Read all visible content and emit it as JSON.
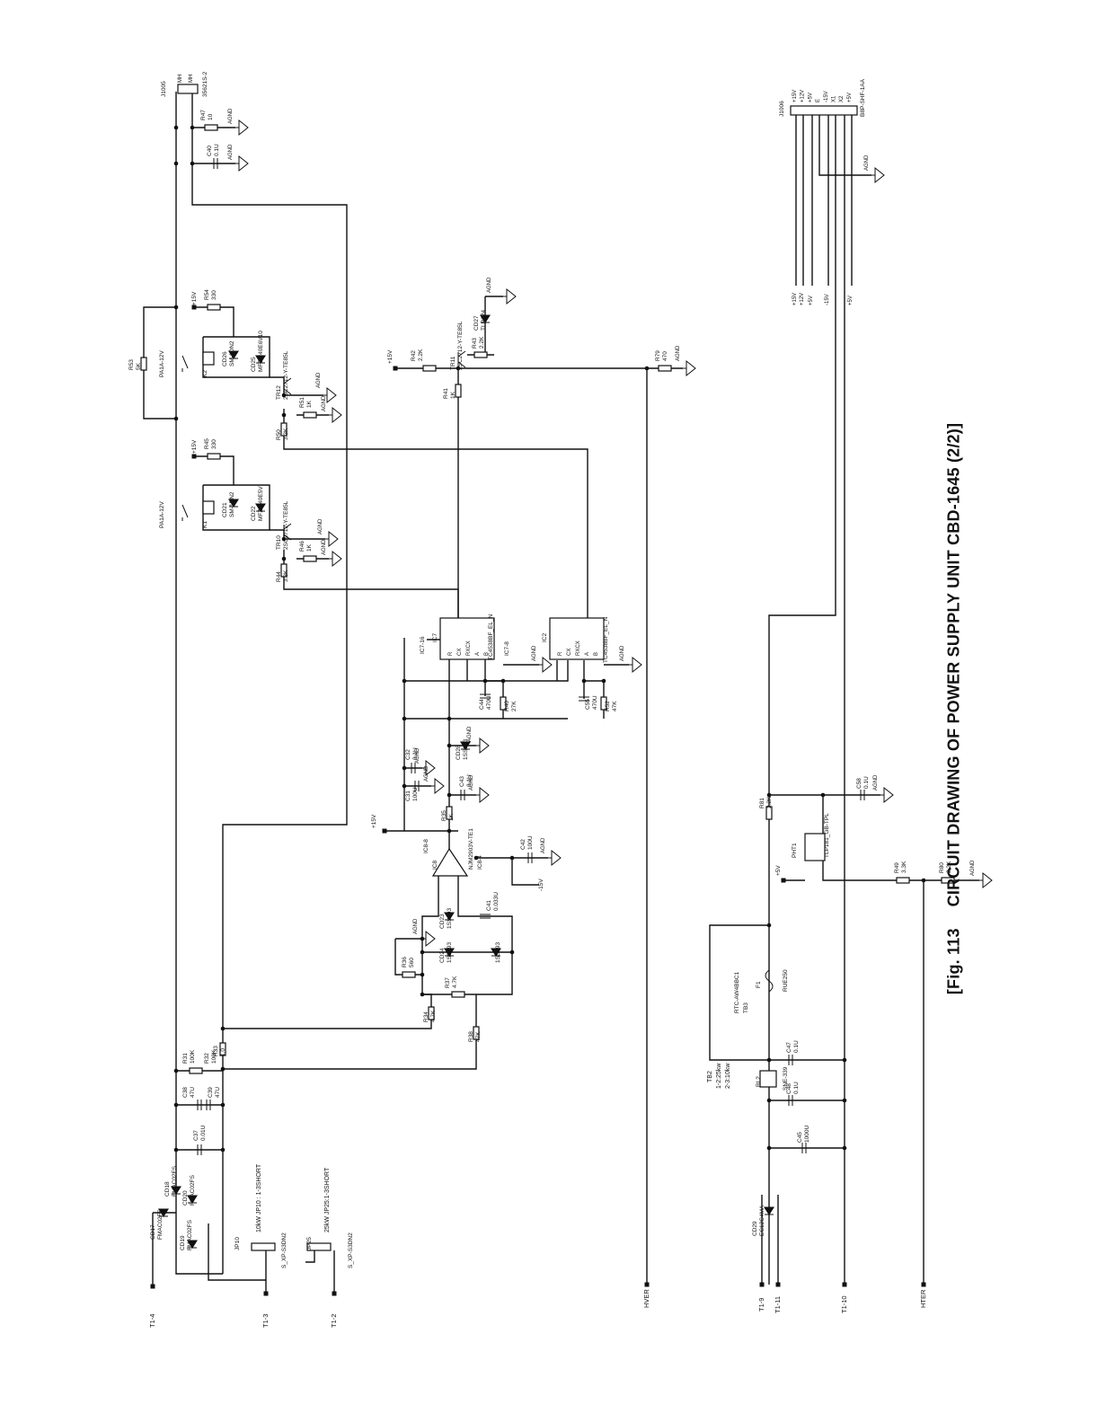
{
  "caption": {
    "fig": "[Fig. 113",
    "title": "CIRCUIT DRAWING OF POWER SUPPLY UNIT CBD-1645 (2/2)]"
  },
  "terminals": {
    "t1_4": "T1-4",
    "t1_3": "T1-3",
    "t1_2": "T1-2",
    "hver": "HVER",
    "t1_9": "T1-9",
    "t1_11": "T1-11",
    "t1_10": "T1-10",
    "hter": "HTER"
  },
  "connectors": {
    "j1005": {
      "ref": "J1005",
      "part": "35621S-2",
      "pins": [
        "MH",
        "MH"
      ]
    },
    "j1006": {
      "ref": "J1006",
      "part": "B8P-SHF-1AA",
      "pins": [
        "+15V",
        "+12V",
        "+5V",
        "E",
        "-15V",
        "X1",
        "X2",
        "+5V"
      ]
    },
    "rail_labels": [
      "+15V",
      "+12V",
      "+5V",
      "-15V",
      "+5V"
    ]
  },
  "jumpers": {
    "jp10": {
      "ref": "JP10",
      "part": "S_XP-S3DN2",
      "note": "10kW  JP10 : 1-3SHORT"
    },
    "jp25": {
      "ref": "JP25",
      "part": "S_XP-S3DN2",
      "note": "25kW  JP25:1-3SHORT"
    }
  },
  "relays": {
    "k1": {
      "contact": "PA1A-12V",
      "ref": "K1"
    },
    "k2": {
      "contact": "PA1A-12V",
      "ref": "K2"
    },
    "rl2": {
      "ref": "RL2",
      "part": "SNE-339",
      "tb": "TB2",
      "notes": [
        "1-2:25kw",
        "2-3:10kw"
      ]
    }
  },
  "ics": {
    "ic7": {
      "ref": "IC7",
      "part": "TC4538BF_EL_N",
      "sub": "IC7-16",
      "sub2": "IC7-8",
      "pins": [
        "R",
        "CX",
        "RXCX",
        "A",
        "B"
      ]
    },
    "ic2": {
      "ref": "IC2",
      "part": "TC4538BF_EL_N",
      "pins": [
        "R",
        "CX",
        "RXCX",
        "A",
        "B"
      ]
    },
    "ic8": {
      "ref": "IC8",
      "part": "NJM2903V-TE1",
      "sub": "IC8-8",
      "sub2": "IC8-4"
    },
    "pht1": {
      "ref": "PHT1",
      "part": "TLP181_GB-TPL"
    }
  },
  "transistors": {
    "tr10": {
      "ref": "TR10",
      "part": "2SC2712-Y-TE85L"
    },
    "tr11": {
      "ref": "TR11",
      "part": "2SC2712-Y-TE85L"
    },
    "tr12": {
      "ref": "TR12",
      "part": "2SC2712-Y-TE85L"
    }
  },
  "diodes": {
    "cd17": {
      "ref": "CD17",
      "part": "FMAC02FS"
    },
    "cd18": {
      "ref": "CD18",
      "part": "FMAC02FS"
    },
    "cd19": {
      "ref": "CD19",
      "part": "FMAC02FS"
    },
    "cd20": {
      "ref": "CD20",
      "part": "FMAC02FS"
    },
    "cd21": {
      "ref": "CD21",
      "part": "SM-1DN2"
    },
    "cd22": {
      "ref": "CD22",
      "part": "MFZ-240E5V"
    },
    "cd25": {
      "ref": "CD25",
      "part": "MFZ-240E6V10"
    },
    "cd26": {
      "ref": "CD26",
      "part": "SM-1DN2"
    },
    "cd27": {
      "ref": "CD27",
      "part": "TLR124"
    },
    "cd23": {
      "ref": "CD23",
      "part": "1SS193"
    },
    "cd24": {
      "ref": "CD24",
      "part": "1SS193"
    },
    "cd28": {
      "ref": "CD28",
      "part": "1SS193"
    },
    "cd29": {
      "ref": "CD29",
      "part": "EC12C4MA"
    },
    "ss": {
      "ref": "1SS193"
    }
  },
  "resistors": {
    "r47": {
      "ref": "R47",
      "val": "10"
    },
    "r53": {
      "ref": "R53",
      "val": "5K"
    },
    "r54": {
      "ref": "R54",
      "val": "330"
    },
    "r45": {
      "ref": "R45",
      "val": "330"
    },
    "r51": {
      "ref": "R51",
      "val": "1K"
    },
    "r50": {
      "ref": "R50",
      "val": "3.3K"
    },
    "r46": {
      "ref": "R46",
      "val": "1K"
    },
    "r44": {
      "ref": "R44",
      "val": "3.3K"
    },
    "r42": {
      "ref": "R42",
      "val": "2.2K"
    },
    "r43": {
      "ref": "R43",
      "val": "2.2K"
    },
    "r41": {
      "ref": "R41",
      "val": "1K"
    },
    "r79": {
      "ref": "R79",
      "val": "470"
    },
    "r40": {
      "ref": "R40",
      "val": "27K"
    },
    "r52": {
      "ref": "R52",
      "val": "47K"
    },
    "r35": {
      "ref": "R35",
      "val": "1K"
    },
    "r36": {
      "ref": "R36",
      "val": "560"
    },
    "r37": {
      "ref": "R37",
      "val": "4.7K"
    },
    "r34": {
      "ref": "R34",
      "val": "4.7K"
    },
    "r38": {
      "ref": "R38",
      "val": "47K"
    },
    "r31": {
      "ref": "R31",
      "val": "100K"
    },
    "r32": {
      "ref": "R32",
      "val": "100K"
    },
    "r33": {
      "ref": "R33",
      "val": "1.0"
    },
    "r81": {
      "ref": "R81",
      "val": "2.2K"
    },
    "r49": {
      "ref": "R49",
      "val": "3.3K"
    },
    "r80": {
      "ref": "R80",
      "val": "2.2K"
    }
  },
  "capacitors": {
    "c40": {
      "ref": "C40",
      "val": "0.1U"
    },
    "c44": {
      "ref": "C44",
      "val": "470U"
    },
    "c55": {
      "ref": "C55",
      "val": "470U"
    },
    "c32": {
      "ref": "C32",
      "val": "0.1U"
    },
    "c31": {
      "ref": "C31",
      "val": "100U"
    },
    "c43": {
      "ref": "C43",
      "val": "0.1U"
    },
    "c42": {
      "ref": "C42",
      "val": "100U"
    },
    "c41": {
      "ref": "C41",
      "val": "0.033U"
    },
    "c38": {
      "ref": "C38",
      "val": "47U"
    },
    "c39": {
      "ref": "C39",
      "val": "47U"
    },
    "c37": {
      "ref": "C37",
      "val": "0.01U"
    },
    "c58": {
      "ref": "C58",
      "val": "0.1U"
    },
    "c47": {
      "ref": "C47",
      "val": "0.1U"
    },
    "c48": {
      "ref": "C48",
      "val": "0.1U"
    },
    "c45": {
      "ref": "C45",
      "val": "1000U"
    }
  },
  "fuse": {
    "ref": "F1",
    "part": "RUE250",
    "tb": "TB3",
    "note": "RTC-AW4BBC1"
  },
  "nets": {
    "agnd": "AGND",
    "p15": "+15V",
    "n15": "-15V",
    "p5": "+5V"
  }
}
